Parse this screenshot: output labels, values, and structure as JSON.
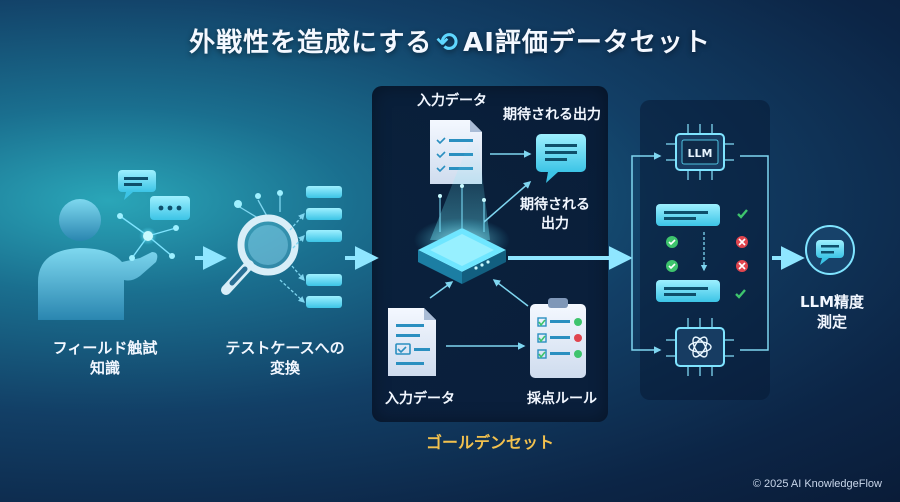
{
  "title": {
    "part1": "外戦性を造成にする",
    "part2": "AI評価データセット"
  },
  "stages": {
    "field_knowledge": "フィールド触試\n知識",
    "to_test_cases": "テストケースへの\n変換",
    "golden_set": "ゴールデンセット",
    "llm_accuracy": "LLM精度\n測定"
  },
  "golden": {
    "input_top": "入力データ",
    "expected_top": "期待される出力",
    "expected_mid": "期待される\n出力",
    "input_bottom": "入力データ",
    "scoring_rules": "採点ルール"
  },
  "llm_chip_label": "LLM",
  "copyright": "© 2025 AI KnowledgeFlow",
  "colors": {
    "accent": "#5fd7ff",
    "golden_text": "#f2c14e",
    "check": "#3ec46d",
    "cross": "#e0454e"
  }
}
